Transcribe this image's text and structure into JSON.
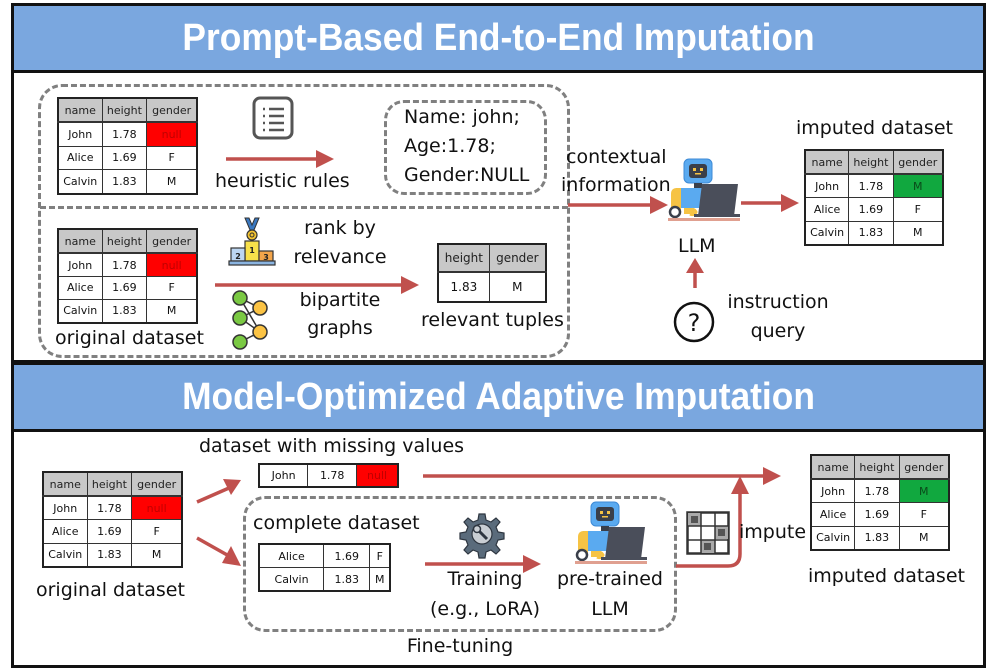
{
  "colors": {
    "banner_bg": "#7aa7df",
    "arrow": "#c0504d",
    "null_cell": "#ff0000",
    "imputed_cell": "#11a83f",
    "dashed_border": "#808080"
  },
  "top": {
    "title": "Prompt-Based End-to-End Imputation",
    "table1": {
      "headers": [
        "name",
        "height",
        "gender"
      ],
      "rows": [
        [
          "John",
          "1.78",
          "null"
        ],
        [
          "Alice",
          "1.69",
          "F"
        ],
        [
          "Calvin",
          "1.83",
          "M"
        ]
      ]
    },
    "heuristic_icon": "list-document-icon",
    "heuristic_label": "heuristic rules",
    "prompt_lines": [
      "Name: john;",
      "Age:1.78;",
      "Gender:NULL"
    ],
    "table2": {
      "headers": [
        "name",
        "height",
        "gender"
      ],
      "rows": [
        [
          "John",
          "1.78",
          "null"
        ],
        [
          "Alice",
          "1.69",
          "F"
        ],
        [
          "Calvin",
          "1.83",
          "M"
        ]
      ]
    },
    "original_label": "original dataset",
    "rank_icon": "podium-medal-icon",
    "rank_label_1": "rank by",
    "rank_label_2": "relevance",
    "graph_icon": "bipartite-graph-icon",
    "graph_label_1": "bipartite",
    "graph_label_2": "graphs",
    "relevant_table": {
      "headers": [
        "height",
        "gender"
      ],
      "rows": [
        [
          "1.83",
          "M"
        ]
      ]
    },
    "relevant_label": "relevant tuples",
    "context_label_1": "contextual",
    "context_label_2": "information",
    "llm_icon": "robot-laptop-icon",
    "llm_label": "LLM",
    "query_icon": "question-circle-icon",
    "query_label_1": "instruction",
    "query_label_2": "query",
    "imputed_label": "imputed dataset",
    "imputed_table": {
      "headers": [
        "name",
        "height",
        "gender"
      ],
      "rows": [
        [
          "John",
          "1.78",
          "M"
        ],
        [
          "Alice",
          "1.69",
          "F"
        ],
        [
          "Calvin",
          "1.83",
          "M"
        ]
      ]
    }
  },
  "bottom": {
    "title": "Model-Optimized Adaptive Imputation",
    "original_table": {
      "headers": [
        "name",
        "height",
        "gender"
      ],
      "rows": [
        [
          "John",
          "1.78",
          "null"
        ],
        [
          "Alice",
          "1.69",
          "F"
        ],
        [
          "Calvin",
          "1.83",
          "M"
        ]
      ]
    },
    "original_label": "original dataset",
    "missing_label": "dataset with missing values",
    "missing_row": [
      "John",
      "1.78",
      "null"
    ],
    "complete_label": "complete dataset",
    "complete_rows": [
      [
        "Alice",
        "1.69",
        "F"
      ],
      [
        "Calvin",
        "1.83",
        "M"
      ]
    ],
    "training_icon": "gear-wrench-icon",
    "training_label_1": "Training",
    "training_label_2": "(e.g., LoRA)",
    "pretrained_icon": "robot-laptop-icon",
    "pretrained_label_1": "pre-trained",
    "pretrained_label_2": "LLM",
    "finetuning_label": "Fine-tuning",
    "matrix_icon": "grid-matrix-icon",
    "impute_label": "impute",
    "imputed_label": "imputed dataset",
    "imputed_table": {
      "headers": [
        "name",
        "height",
        "gender"
      ],
      "rows": [
        [
          "John",
          "1.78",
          "M"
        ],
        [
          "Alice",
          "1.69",
          "F"
        ],
        [
          "Calvin",
          "1.83",
          "M"
        ]
      ]
    }
  }
}
